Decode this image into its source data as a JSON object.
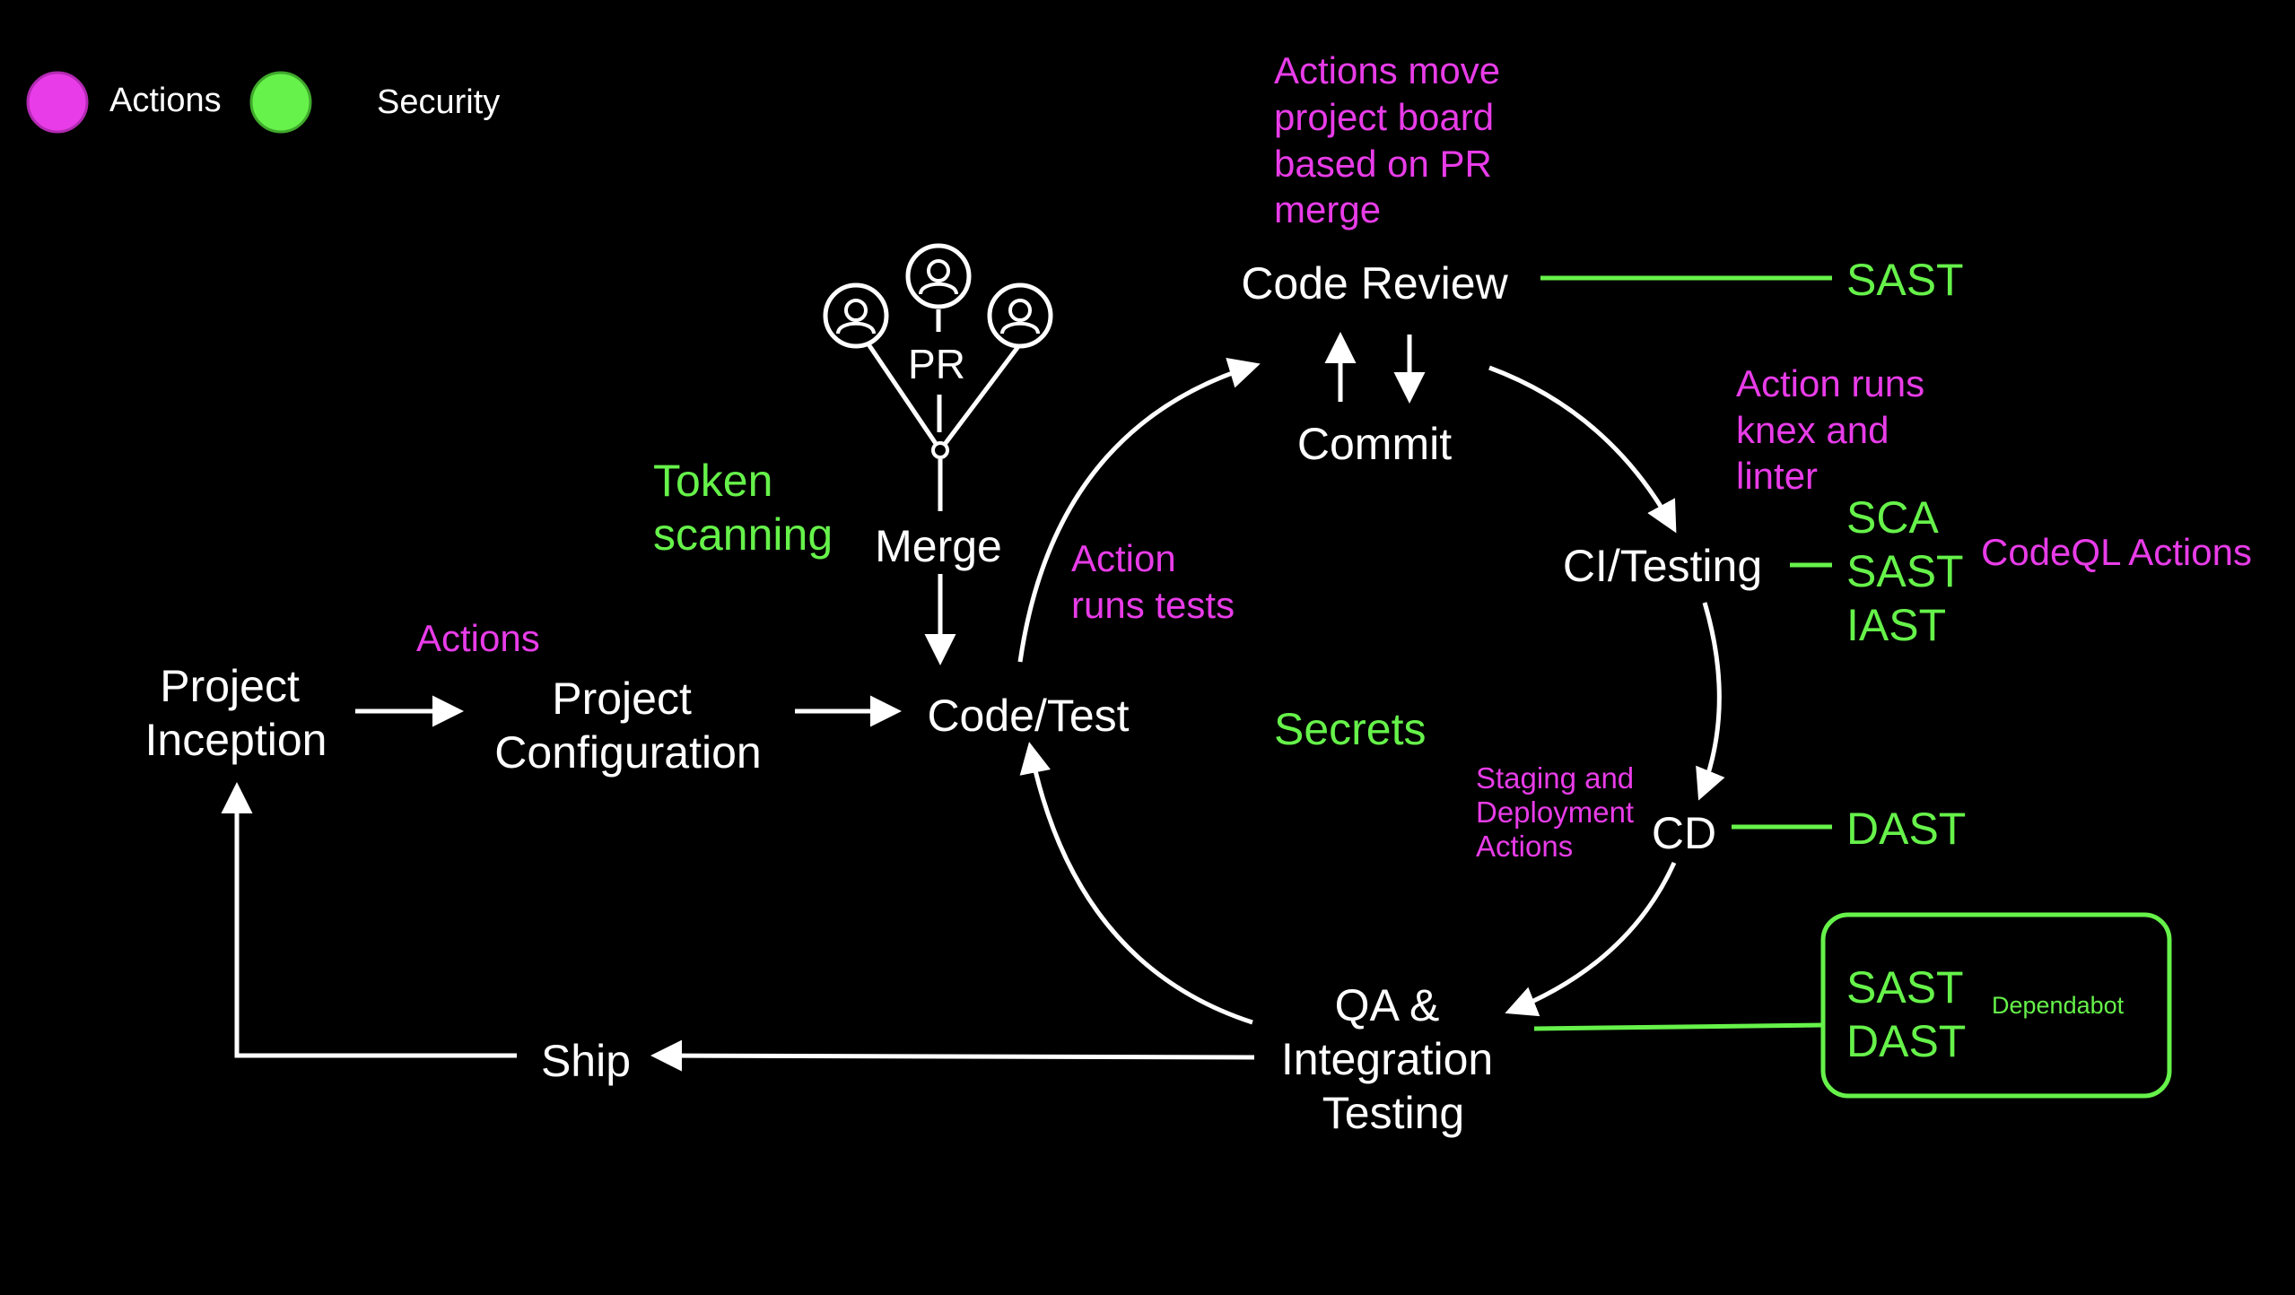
{
  "legend": {
    "actions": {
      "label": "Actions",
      "color": "#e83ce8"
    },
    "security": {
      "label": "Security",
      "color": "#66f24a"
    }
  },
  "nodes": {
    "project_inception": [
      "Project",
      "Inception"
    ],
    "project_configuration": [
      "Project",
      "Configuration"
    ],
    "code_test": "Code/Test",
    "merge": "Merge",
    "pr": "PR",
    "code_review": "Code Review",
    "commit": "Commit",
    "ci_testing": "CI/Testing",
    "cd": "CD",
    "qa_integration_testing": [
      "QA &",
      "Integration",
      "Testing"
    ],
    "ship": "Ship"
  },
  "actions_notes": {
    "config_actions": "Actions",
    "project_board": [
      "Actions move",
      "project board",
      "based on PR",
      "merge"
    ],
    "runs_tests": [
      "Action",
      "runs tests"
    ],
    "knex_linter": [
      "Action runs",
      "knex and",
      "linter"
    ],
    "codeql_actions": "CodeQL Actions",
    "staging_deployment": [
      "Staging and",
      "Deployment",
      "Actions"
    ]
  },
  "security_notes": {
    "token_scanning": [
      "Token",
      "scanning"
    ],
    "secrets": "Secrets",
    "code_review_sast": "SAST",
    "ci_checks": [
      "SCA",
      "SAST",
      "IAST"
    ],
    "cd_dast": "DAST",
    "qa_checks": [
      "SAST",
      "DAST"
    ],
    "dependabot": "Dependabot"
  }
}
